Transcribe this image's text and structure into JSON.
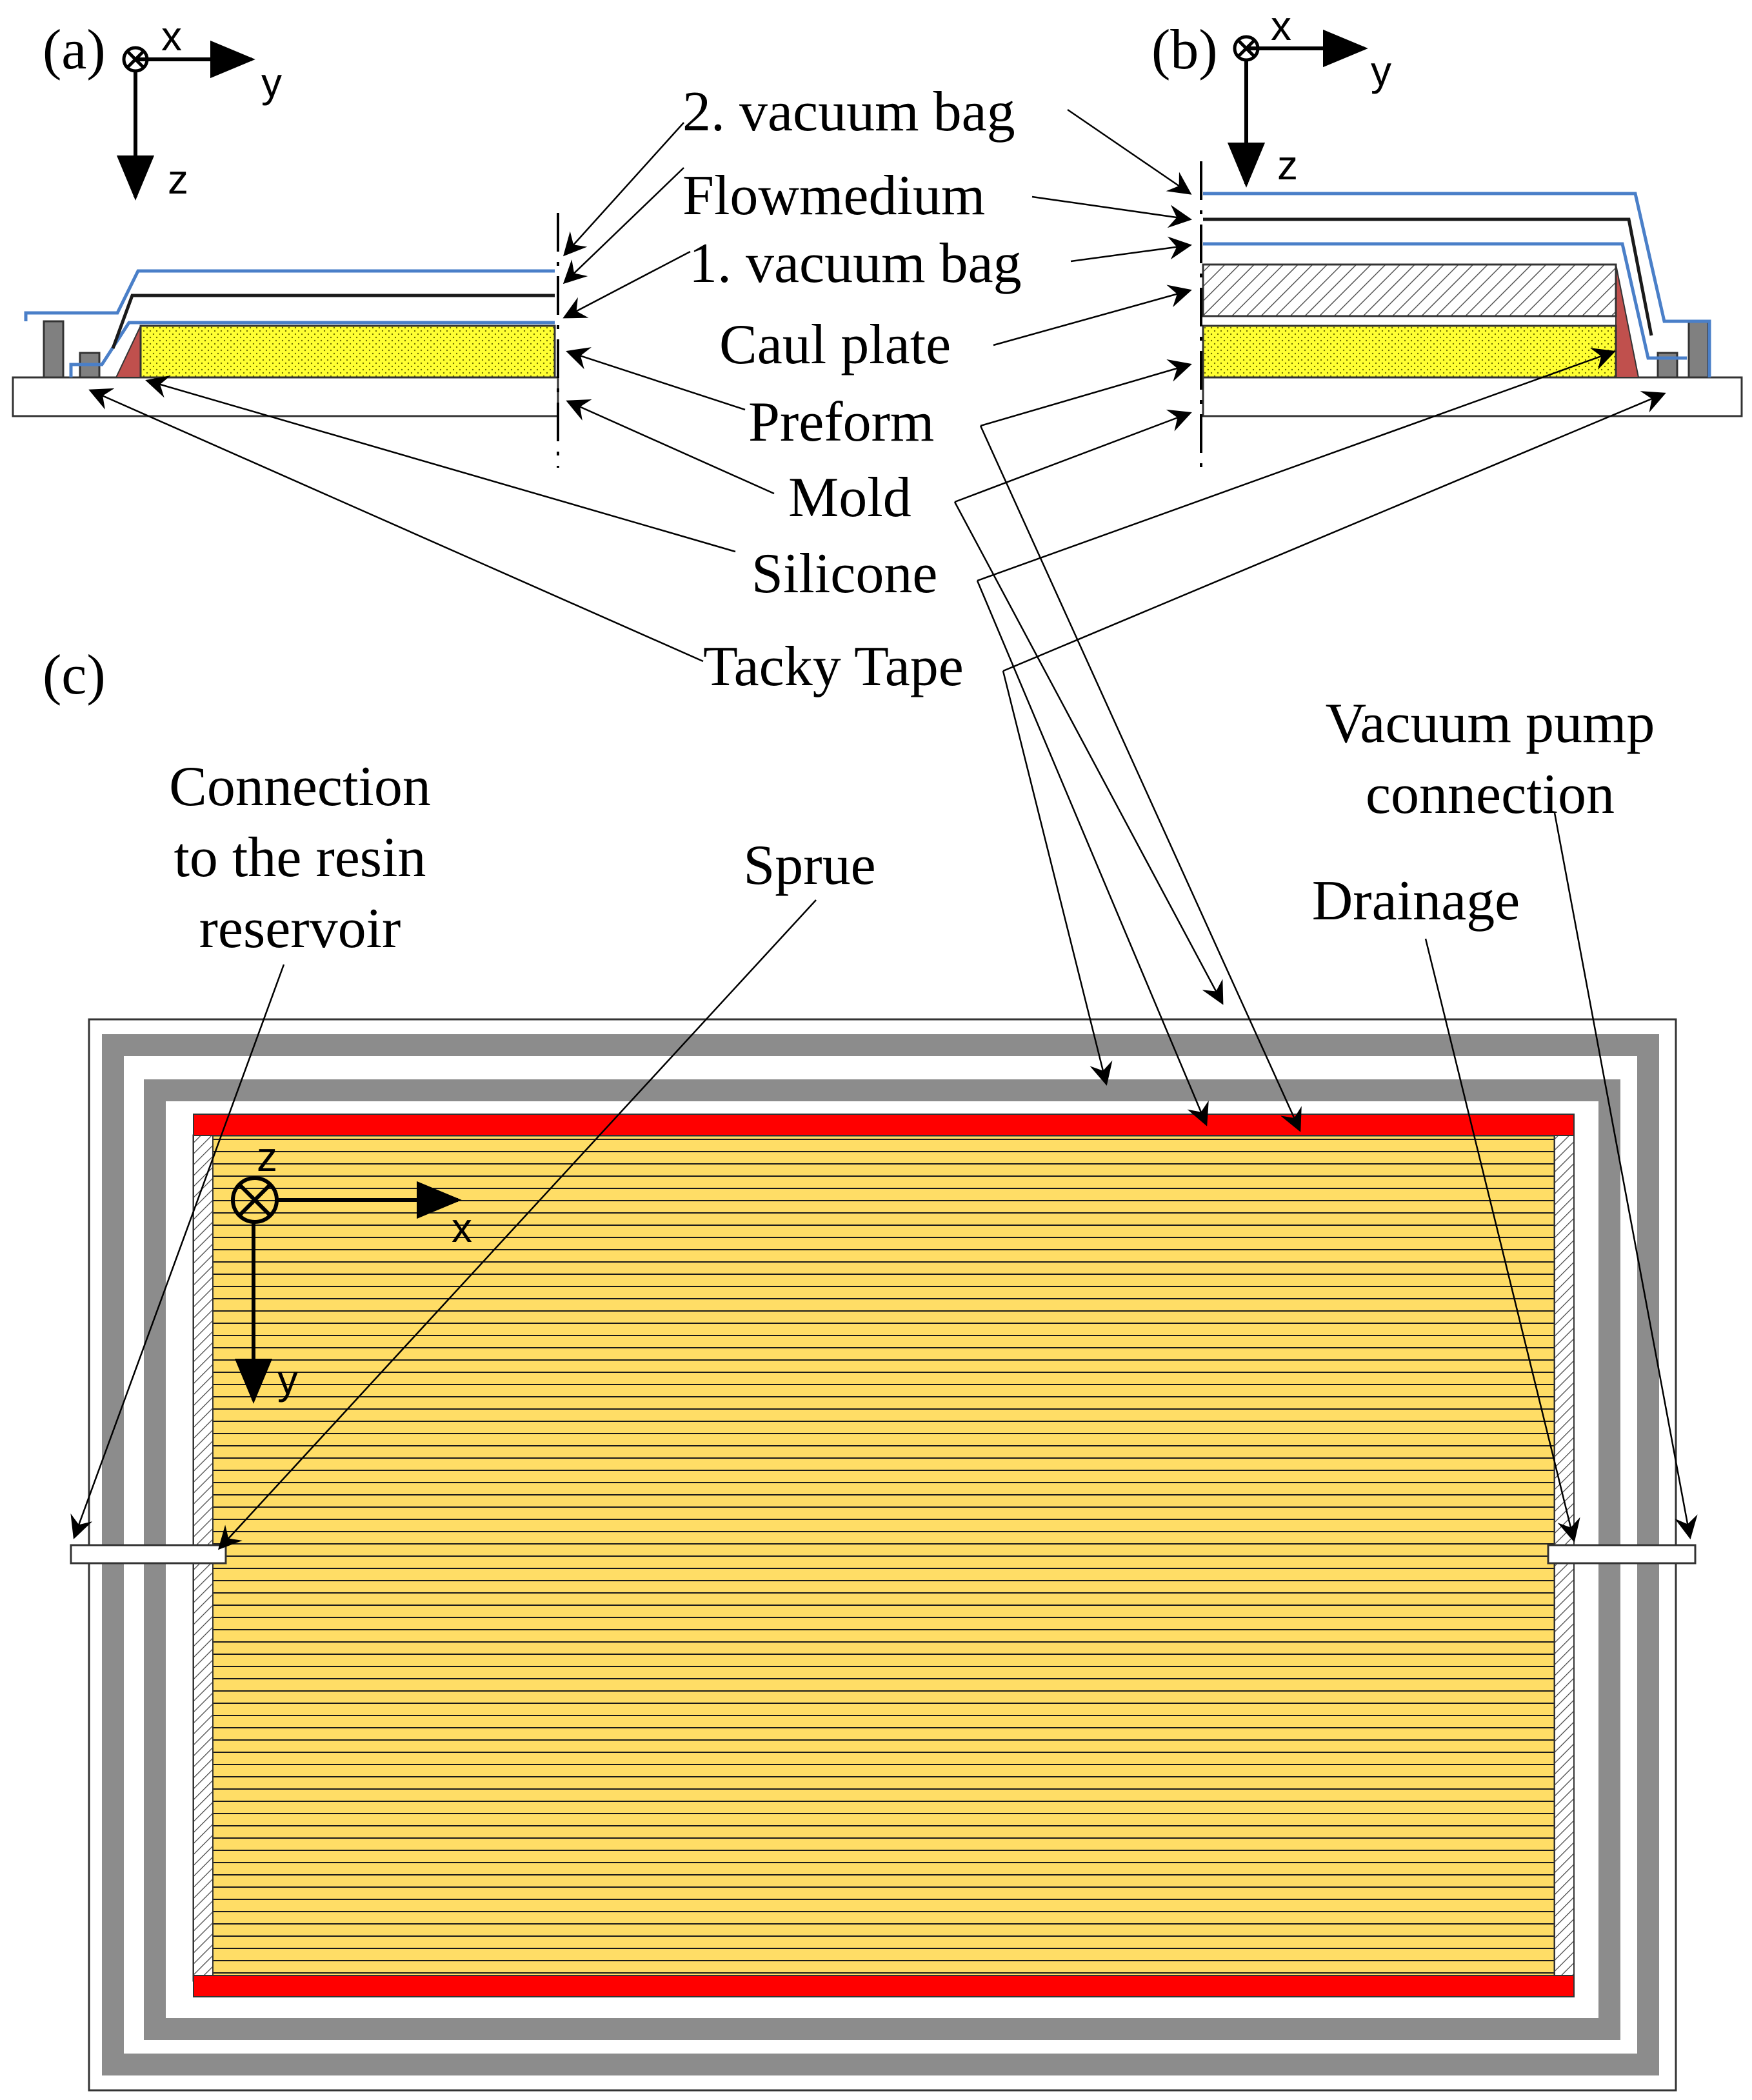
{
  "panels": {
    "a": "(a)",
    "b": "(b)",
    "c": "(c)"
  },
  "axes": {
    "x": "x",
    "y": "y",
    "z": "z"
  },
  "labels": {
    "vacuum_bag_2": "2. vacuum bag",
    "flowmedium": "Flowmedium",
    "vacuum_bag_1": "1. vacuum bag",
    "caul_plate": "Caul plate",
    "preform": "Preform",
    "mold": "Mold",
    "silicone": "Silicone",
    "tacky_tape": "Tacky Tape",
    "connection_line1": "Connection",
    "connection_line2": "to the resin",
    "connection_line3": "reservoir",
    "sprue": "Sprue",
    "vacuum_pump_line1": "Vacuum pump",
    "vacuum_pump_line2": "connection",
    "drainage": "Drainage"
  },
  "colors": {
    "vacuum_bag": "#4a7fc8",
    "flowmedium": "#1a1a1a",
    "preform": "#ffff33",
    "preform_top_view": "#ffdd66",
    "silicone": "#c0504d",
    "sprue_drainage_red": "#ff0000",
    "tacky_tape": "#808080",
    "caul_plate_hatch": "#555555"
  }
}
